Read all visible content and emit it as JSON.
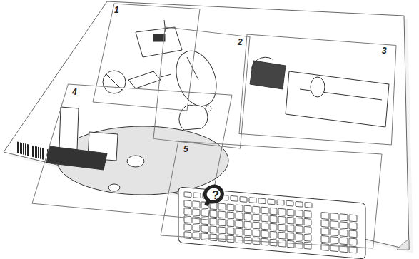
{
  "diagram": {
    "nodes": [
      {
        "text": [
          "1"
        ]
      },
      {
        "text": [
          "2"
        ]
      },
      {
        "text": [
          "3"
        ]
      },
      {
        "text": [
          "4"
        ]
      },
      {
        "text": [
          "5"
        ]
      },
      {
        "text": [
          "?"
        ],
        "in": 4
      }
    ]
  }
}
